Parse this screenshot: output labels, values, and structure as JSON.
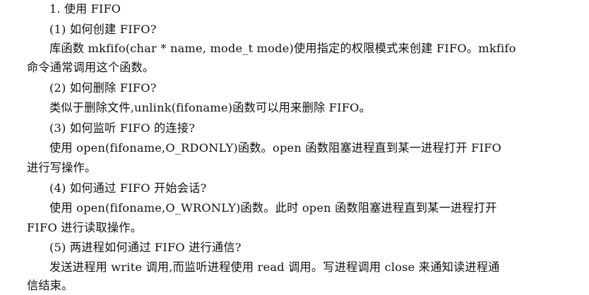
{
  "doc": {
    "section_title": "1. 使用 FIFO",
    "q1": {
      "question": "(1) 如何创建 FIFO?",
      "answer_line1": "库函数 mkfifo(char * name, mode_t mode)使用指定的权限模式来创建 FIFO。mkfifo",
      "answer_line2": "命令通常调用这个函数。"
    },
    "q2": {
      "question": "(2) 如何删除 FIFO?",
      "answer_line1": "类似于删除文件,unlink(fifoname)函数可以用来删除 FIFO。"
    },
    "q3": {
      "question": "(3) 如何监听 FIFO 的连接?",
      "answer_line1": "使用 open(fifoname,O_RDONLY)函数。open 函数阻塞进程直到某一进程打开 FIFO",
      "answer_line2": "进行写操作。"
    },
    "q4": {
      "question": "(4) 如何通过 FIFO 开始会话?",
      "answer_line1": "使用 open(fifoname,O_WRONLY)函数。此时 open 函数阻塞进程直到某一进程打开",
      "answer_line2": "FIFO 进行读取操作。"
    },
    "q5": {
      "question": "(5) 两进程如何通过 FIFO 进行通信?",
      "answer_line1": "发送进程用 write 调用,而监听进程使用 read 调用。写进程调用 close 来通知读进程通",
      "answer_line2": "信结束。"
    }
  }
}
